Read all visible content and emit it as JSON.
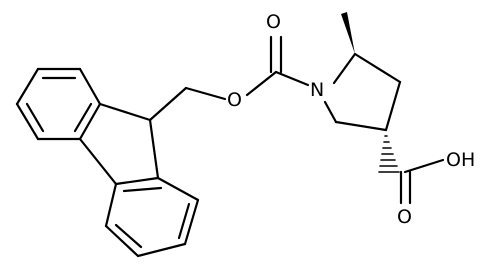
{
  "atoms": {
    "carbonyl_o": "O",
    "ester_o": "O",
    "ring_n": "N",
    "acid_o_double": "O",
    "acid_oh": "OH"
  }
}
